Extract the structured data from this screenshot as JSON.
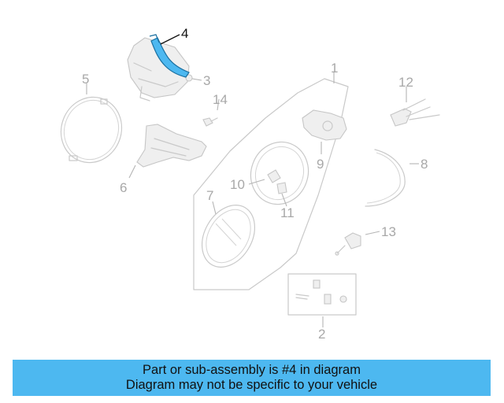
{
  "diagram": {
    "callouts": {
      "c1": "1",
      "c2": "2",
      "c3": "3",
      "c4": "4",
      "c5": "5",
      "c6": "6",
      "c7": "7",
      "c8": "8",
      "c9": "9",
      "c10": "10",
      "c11": "11",
      "c12": "12",
      "c13": "13",
      "c14": "14"
    },
    "highlighted_part": "4",
    "highlight_color": "#4db8f0"
  },
  "banner": {
    "line1": "Part or sub-assembly is #4 in diagram",
    "line2": "Diagram may not be specific to your vehicle",
    "background": "#4db8f0"
  }
}
